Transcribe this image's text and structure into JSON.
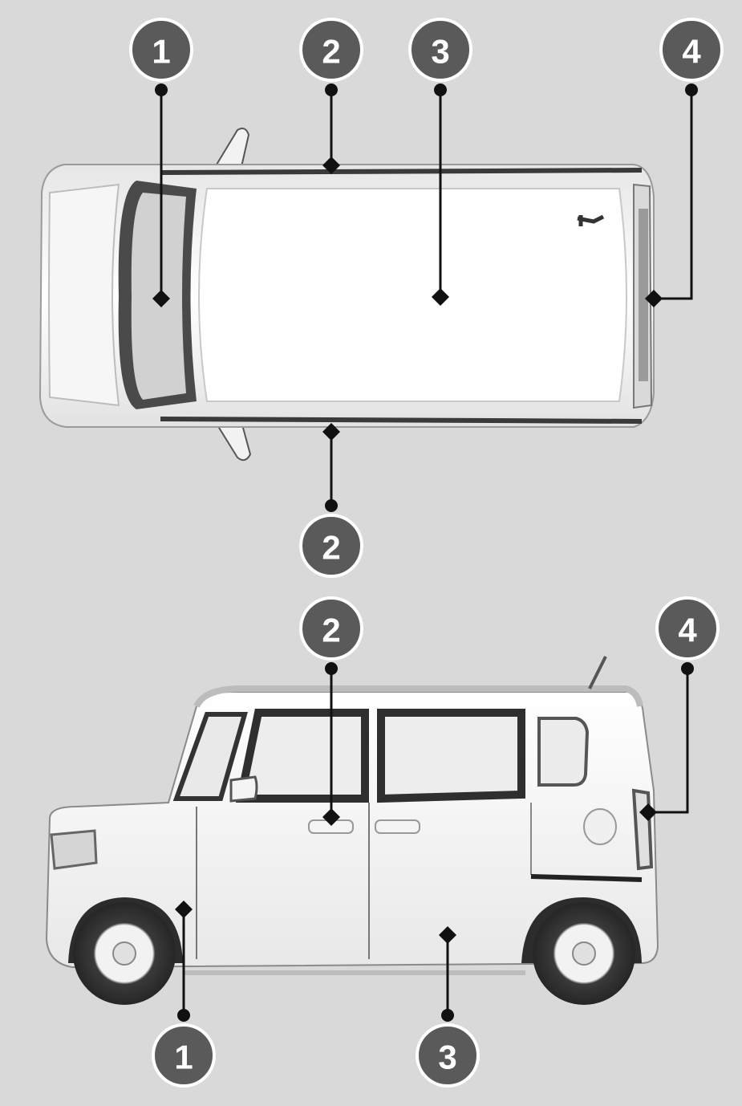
{
  "colors": {
    "background": "#d8d9d8",
    "badge_fill": "#5a5a5a",
    "badge_ring": "#ffffff",
    "leader": "#111111",
    "body_light": "#f4f4f4",
    "glass_dark": "#3a3a3a"
  },
  "callouts": {
    "top_view": [
      {
        "label": "1"
      },
      {
        "label": "2"
      },
      {
        "label": "3"
      },
      {
        "label": "4"
      },
      {
        "label": "2"
      }
    ],
    "side_view": [
      {
        "label": "2"
      },
      {
        "label": "4"
      },
      {
        "label": "1"
      },
      {
        "label": "3"
      }
    ]
  }
}
